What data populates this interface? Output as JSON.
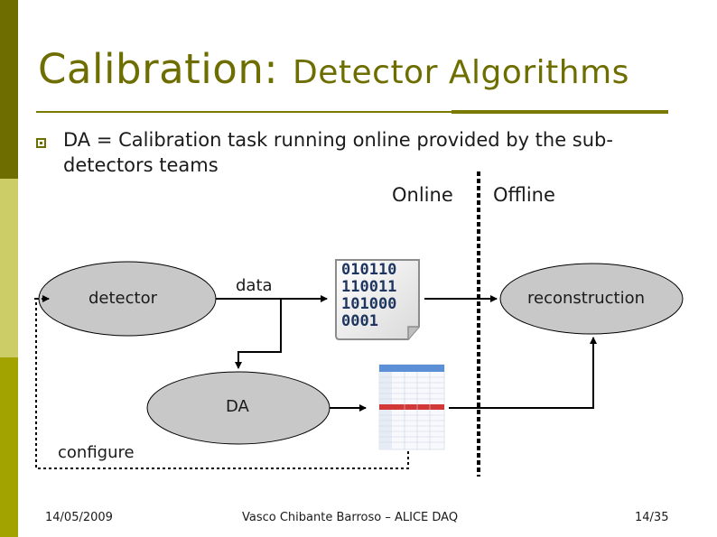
{
  "title": {
    "main": "Calibration:",
    "sub": "Detector Algorithms"
  },
  "bullet": {
    "text": "DA = Calibration task running online provided by the sub-detectors teams"
  },
  "diagram": {
    "online_label": "Online",
    "offline_label": "Offline",
    "detector_label": "detector",
    "data_label": "data",
    "reconstruction_label": "reconstruction",
    "da_label": "DA",
    "configure_label": "configure",
    "binary_lines": [
      "010110",
      "110011",
      "101000",
      "0001"
    ]
  },
  "footer": {
    "date": "14/05/2009",
    "author": "Vasco Chibante Barroso – ALICE DAQ",
    "page": "14/35"
  },
  "colors": {
    "title": "#6e6e00",
    "ellipse_fill": "#c8c8c8",
    "sidebar_dark": "#6e6e00",
    "sidebar_light": "#c9cc60"
  }
}
